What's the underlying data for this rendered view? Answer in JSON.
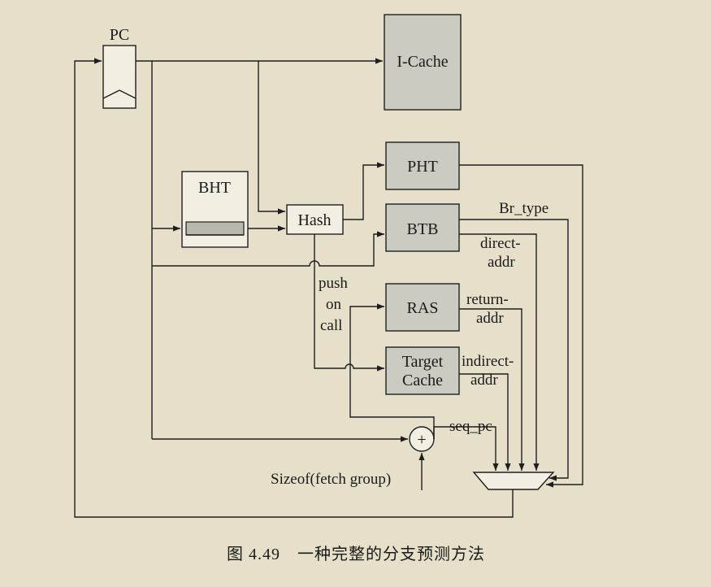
{
  "diagram": {
    "blocks": {
      "pc": "PC",
      "icache": "I-Cache",
      "bht": "BHT",
      "hash": "Hash",
      "pht": "PHT",
      "btb": "BTB",
      "ras": "RAS",
      "target_cache_line1": "Target",
      "target_cache_line2": "Cache",
      "adder": "+"
    },
    "signals": {
      "br_type": "Br_type",
      "direct_addr_1": "direct-",
      "direct_addr_2": "addr",
      "return_addr_1": "return-",
      "return_addr_2": "addr",
      "indirect_addr_1": "indirect-",
      "indirect_addr_2": "addr",
      "push_1": "push",
      "push_2": "on",
      "push_3": "call",
      "seq_pc": "seq_pc",
      "fetch_group": "Sizeof(fetch group)"
    }
  },
  "caption": "图 4.49　一种完整的分支预测方法"
}
